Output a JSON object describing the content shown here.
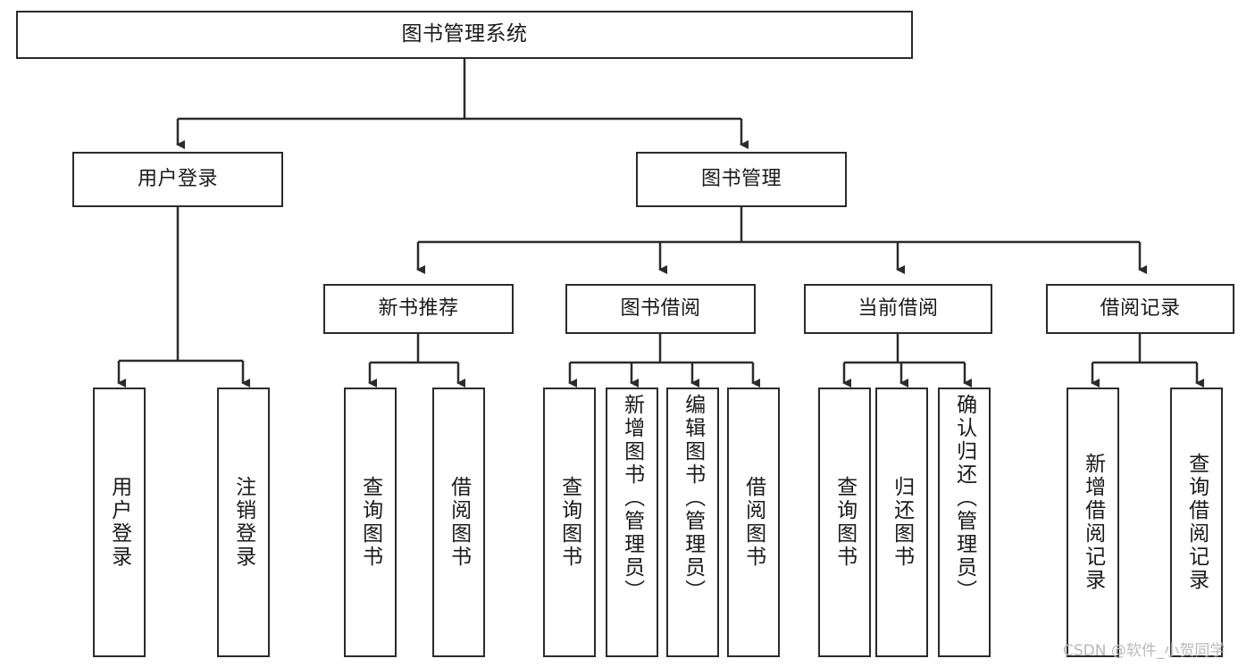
{
  "diagram": {
    "title": "图书管理系统",
    "type": "tree",
    "watermark": "CSDN @软件_小贺同学",
    "colors": {
      "stroke": "#2b2b2b",
      "background": "#ffffff",
      "text": "#1a1a1a",
      "watermark": "#b9b9b9"
    },
    "nodes": {
      "root": {
        "label": "图书管理系统"
      },
      "tier2": [
        {
          "label": "用户登录"
        },
        {
          "label": "图书管理"
        }
      ],
      "tier3": [
        {
          "label": "新书推荐"
        },
        {
          "label": "图书借阅"
        },
        {
          "label": "当前借阅"
        },
        {
          "label": "借阅记录"
        }
      ],
      "leaves": {
        "user_login": [
          {
            "label": "用户登录"
          },
          {
            "label": "注销登录"
          }
        ],
        "new_book_recommend": [
          {
            "label": "查询图书"
          },
          {
            "label": "借阅图书"
          }
        ],
        "book_borrow": [
          {
            "label": "查询图书"
          },
          {
            "label": "新增图书（管理员）"
          },
          {
            "label": "编辑图书（管理员）"
          },
          {
            "label": "借阅图书"
          }
        ],
        "current_borrow": [
          {
            "label": "查询图书"
          },
          {
            "label": "归还图书"
          },
          {
            "label": "确认归还（管理员）"
          }
        ],
        "borrow_record": [
          {
            "label": "新增借阅记录"
          },
          {
            "label": "查询借阅记录"
          }
        ]
      }
    }
  }
}
